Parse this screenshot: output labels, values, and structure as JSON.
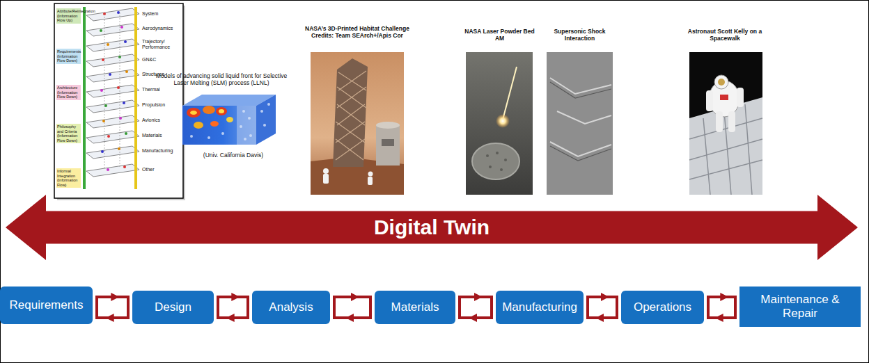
{
  "diagram": {
    "nodes": [
      {
        "text": [
          "Digital Twin"
        ]
      },
      {
        "text": [
          "Requirements"
        ]
      },
      {
        "text": [
          "Design"
        ]
      },
      {
        "text": [
          "Analysis"
        ]
      },
      {
        "text": [
          "Materials"
        ]
      },
      {
        "text": [
          "Manufacturing"
        ]
      },
      {
        "text": [
          "Operations"
        ]
      },
      {
        "text": [
          "Maintenance & Repair"
        ]
      }
    ],
    "edges": [
      {
        "from": 1,
        "to": 2,
        "arrow": "both"
      },
      {
        "from": 2,
        "to": 3,
        "arrow": "both"
      },
      {
        "from": 3,
        "to": 4,
        "arrow": "both"
      },
      {
        "from": 4,
        "to": 5,
        "arrow": "both"
      },
      {
        "from": 5,
        "to": 6,
        "arrow": "both"
      },
      {
        "from": 6,
        "to": 7,
        "arrow": "both"
      }
    ],
    "labels": [
      "Models of advancing solid liquid front for Selective Laser Melting (SLM) process (LLNL)",
      "(Univ. California Davis)",
      "NASA’s 3D-Printed Habitat Challenge Credits: Team SEArch+/Apis Cor",
      "NASA Laser Powder Bed AM",
      "Supersonic Shock Interaction",
      "Astronaut Scott Kelly on a Spacewalk",
      "System",
      "Aerodynamics",
      "Trajectory/ Performance",
      "GN&C",
      "Structures",
      "Thermal",
      "Propulsion",
      "Avionics",
      "Materials",
      "Manufacturing",
      "Other",
      "Attribute/Reintegration (Information Flow Up)",
      "Requirements (Information Flow Down)",
      "Architecture (Information Flow Down)",
      "Philosophy and Criteria (Information Flow Down)",
      "Informal Integration (Information Flow)"
    ]
  }
}
